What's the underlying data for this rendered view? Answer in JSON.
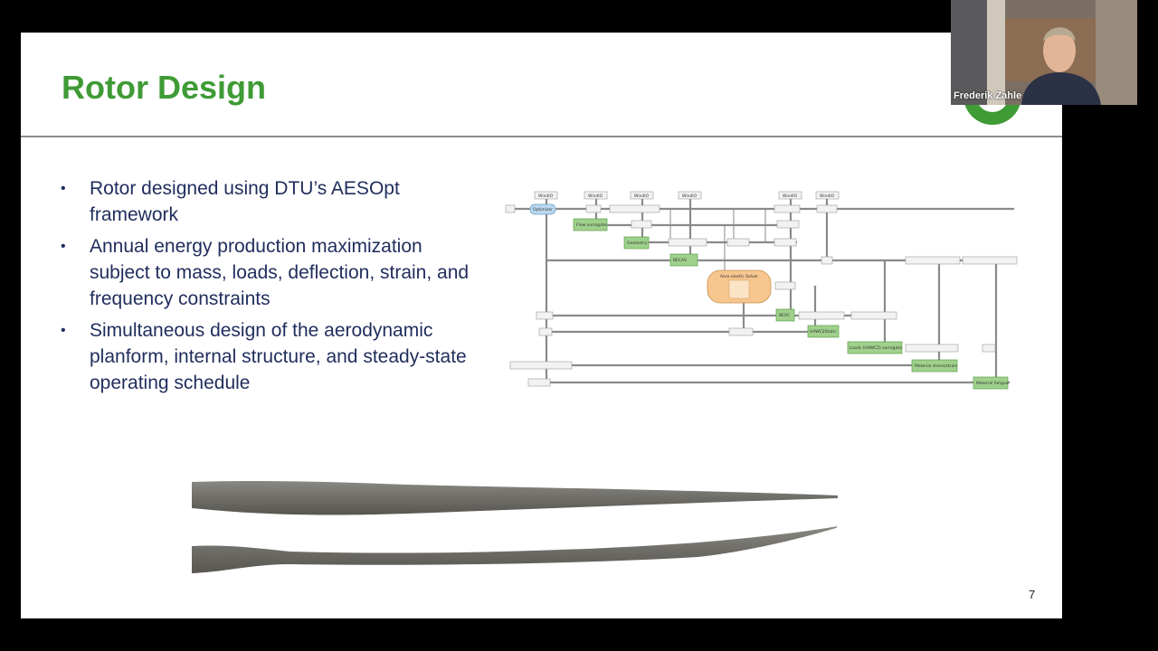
{
  "slide": {
    "title": "Rotor Design",
    "bullets": [
      "Rotor designed using DTU’s AESOpt framework",
      "Annual energy production maximization subject to mass, loads, deflection, strain, and frequency constraints",
      "Simultaneous design of the aerodynamic planform, internal structure, and steady-state operating schedule"
    ],
    "page_number": "7"
  },
  "diagram": {
    "top_labels": [
      "WindIO",
      "WindIO",
      "WindIO",
      "WindIO",
      "WindIO",
      "WindIO"
    ],
    "components": [
      "Optimizer",
      "Flow surrogate",
      "Geometry",
      "BECAS",
      "Aero-elastic Solver",
      "BEVC",
      "HAWC2Static",
      "Loads (HAWC2) surrogate",
      "Material stress/strain",
      "Material fatigue"
    ]
  },
  "webcam": {
    "participant_name": "Frederik Zahle"
  },
  "colors": {
    "title_green": "#3f9b35",
    "body_text": "#1f2d5c",
    "component_green": "#9fd18c",
    "solver_orange": "#f6c68e"
  }
}
